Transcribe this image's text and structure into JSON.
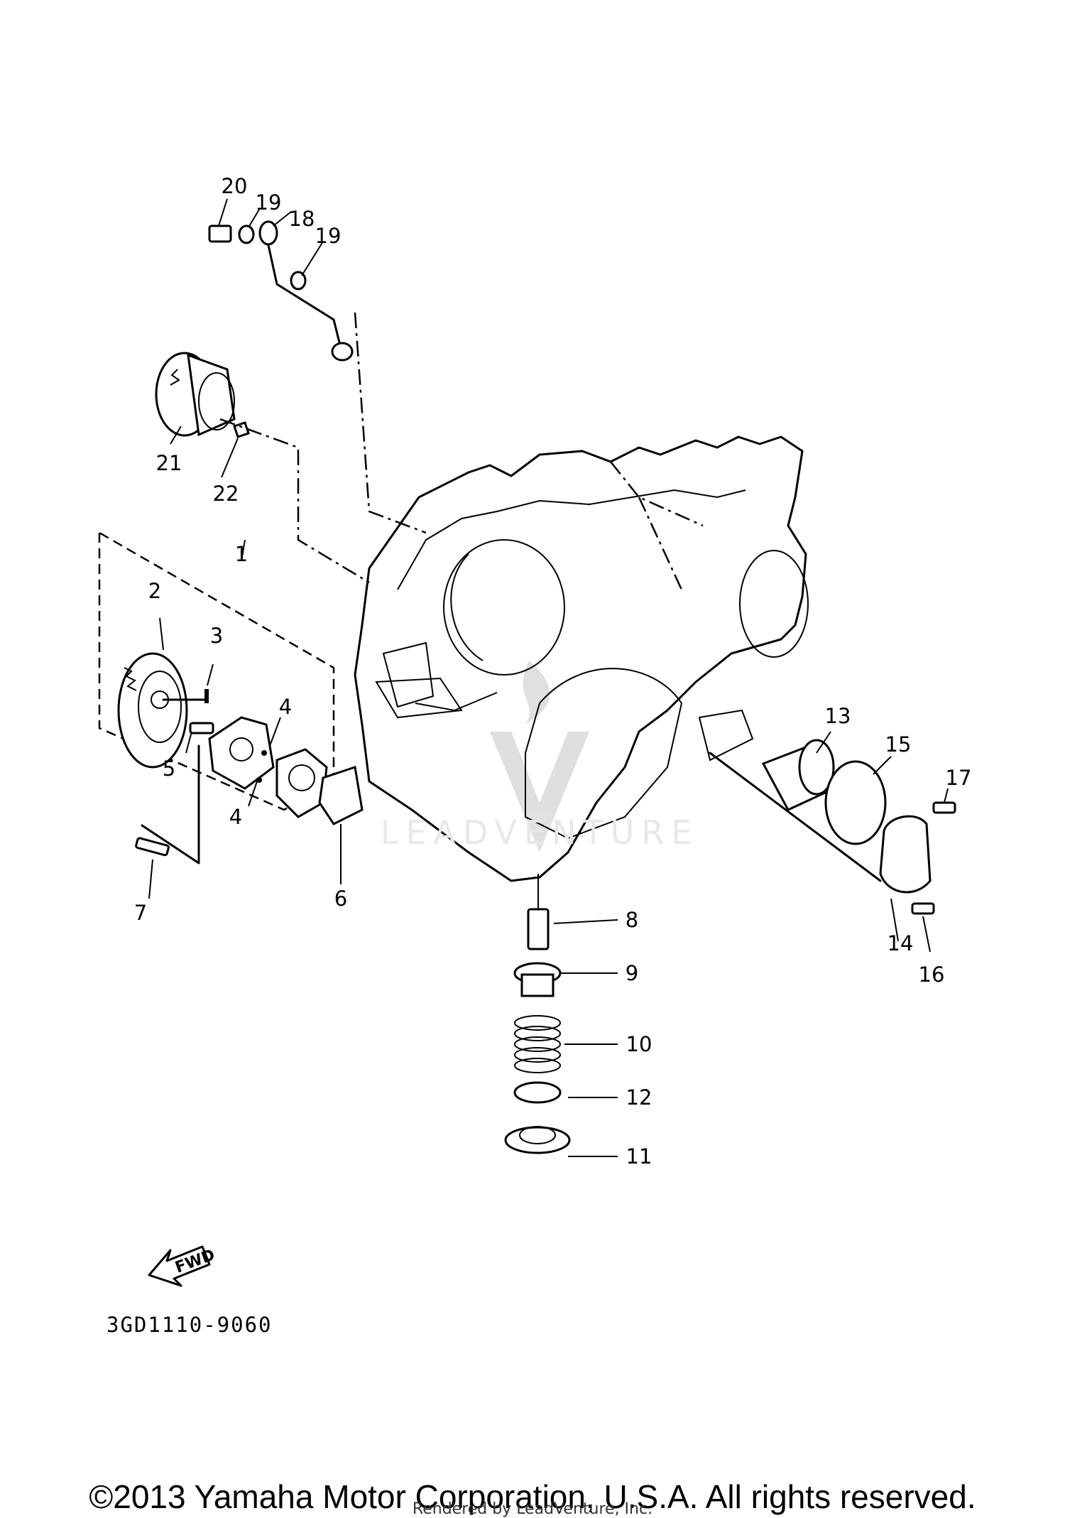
{
  "callouts": [
    "1",
    "2",
    "3",
    "4",
    "4",
    "5",
    "6",
    "7",
    "8",
    "9",
    "10",
    "11",
    "12",
    "13",
    "14",
    "15",
    "16",
    "17",
    "18",
    "19",
    "19",
    "20",
    "21",
    "22"
  ],
  "fwd_label": "FWD",
  "diagram_code": "3GD1110-9060",
  "watermark": "LEADVENTURE",
  "copyright": "©2013 Yamaha Motor Corporation, U.S.A. All rights reserved.",
  "rendered_by": "Rendered by LeadVenture, Inc."
}
